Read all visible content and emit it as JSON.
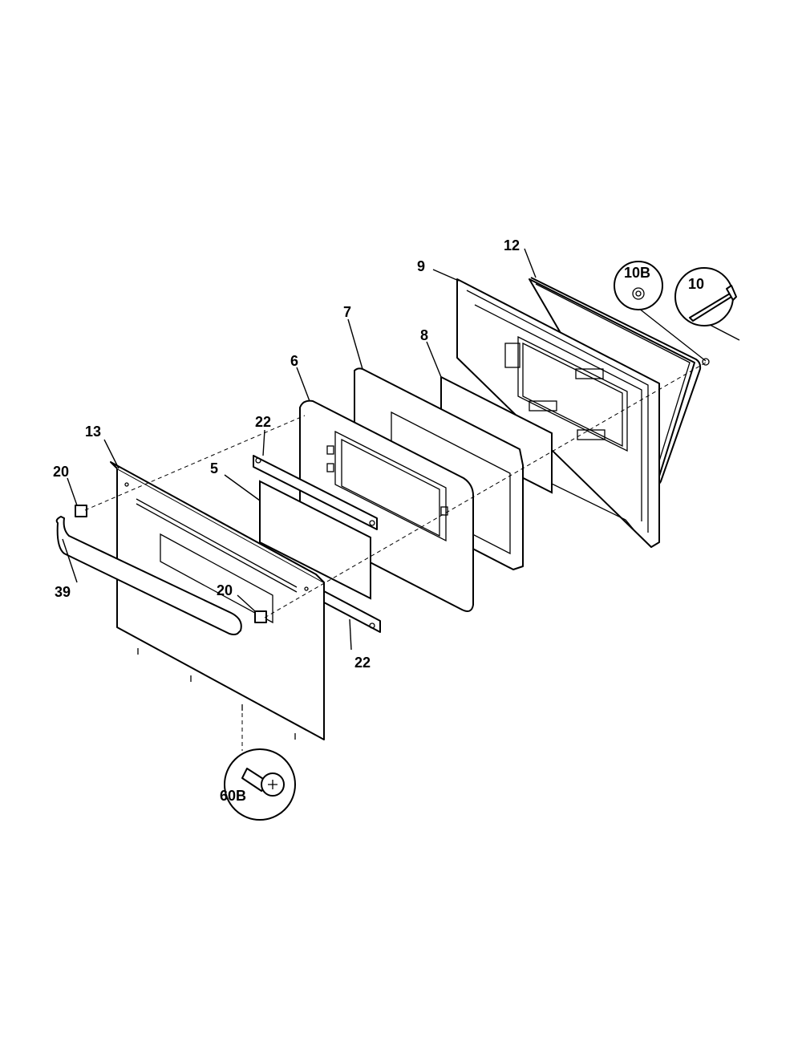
{
  "diagram": {
    "part_labels": {
      "p12": "12",
      "p9": "9",
      "p10b": "10B",
      "p10": "10",
      "p7": "7",
      "p8": "8",
      "p6": "6",
      "p22_top": "22",
      "p13": "13",
      "p5": "5",
      "p20_left": "20",
      "p20_right": "20",
      "p39": "39",
      "p22_bottom": "22",
      "p60b": "60B"
    }
  }
}
